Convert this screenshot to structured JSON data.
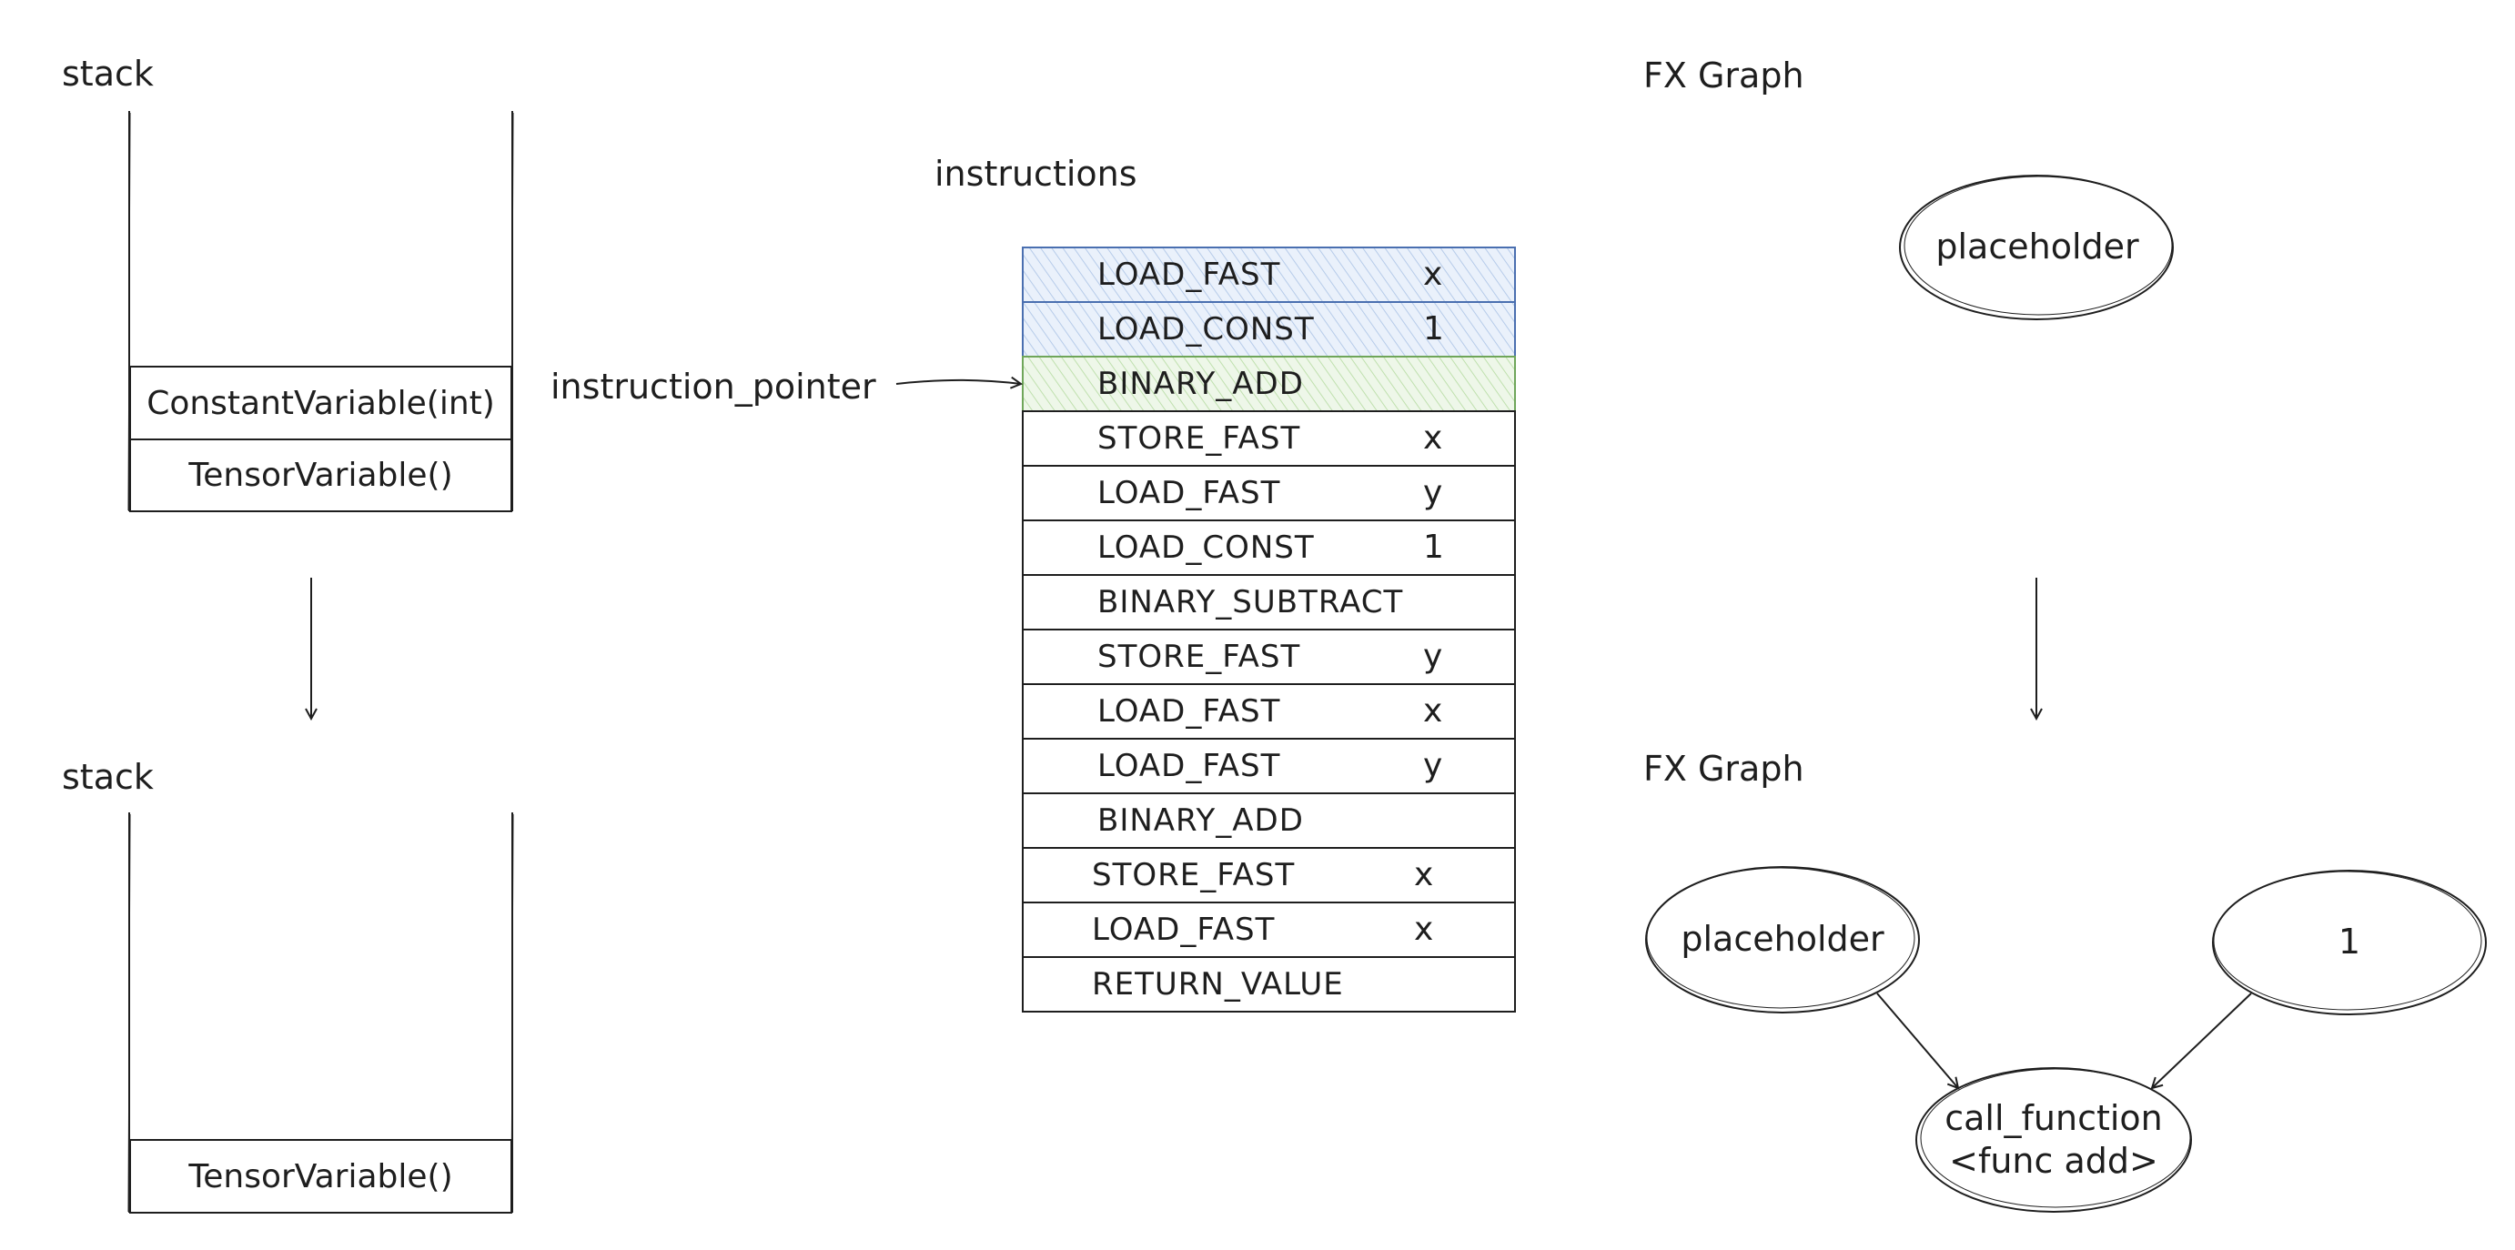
{
  "stack_before": {
    "title": "stack",
    "items": [
      "ConstantVariable(int)",
      "TensorVariable()"
    ]
  },
  "stack_after": {
    "title": "stack",
    "items": [
      "TensorVariable()"
    ]
  },
  "pointer_label": "instruction_pointer",
  "instructions_title": "instructions",
  "instructions": [
    {
      "op": "LOAD_FAST",
      "arg": "x",
      "state": "done"
    },
    {
      "op": "LOAD_CONST",
      "arg": "1",
      "state": "done"
    },
    {
      "op": "BINARY_ADD",
      "arg": "",
      "state": "current"
    },
    {
      "op": "STORE_FAST",
      "arg": "x",
      "state": "pending"
    },
    {
      "op": "LOAD_FAST",
      "arg": "y",
      "state": "pending"
    },
    {
      "op": "LOAD_CONST",
      "arg": "1",
      "state": "pending"
    },
    {
      "op": "BINARY_SUBTRACT",
      "arg": "",
      "state": "pending"
    },
    {
      "op": "STORE_FAST",
      "arg": "y",
      "state": "pending"
    },
    {
      "op": "LOAD_FAST",
      "arg": "x",
      "state": "pending"
    },
    {
      "op": "LOAD_FAST",
      "arg": "y",
      "state": "pending"
    },
    {
      "op": "BINARY_ADD",
      "arg": "",
      "state": "pending"
    },
    {
      "op": "STORE_FAST",
      "arg": "x",
      "state": "pending"
    },
    {
      "op": "LOAD_FAST",
      "arg": "x",
      "state": "pending"
    },
    {
      "op": "RETURN_VALUE",
      "arg": "",
      "state": "pending"
    }
  ],
  "graph_before": {
    "title": "FX Graph",
    "nodes": [
      "placeholder"
    ]
  },
  "graph_after": {
    "title": "FX Graph",
    "placeholder": "placeholder",
    "constant": "1",
    "call_line1": "call_function",
    "call_line2": "<func add>"
  },
  "colors": {
    "stroke": "#1e1e1e",
    "done_stroke": "#4a6fb0",
    "done_fill": "#dbe7f6",
    "current_stroke": "#6fa65a",
    "current_fill": "#e3f1dc"
  }
}
